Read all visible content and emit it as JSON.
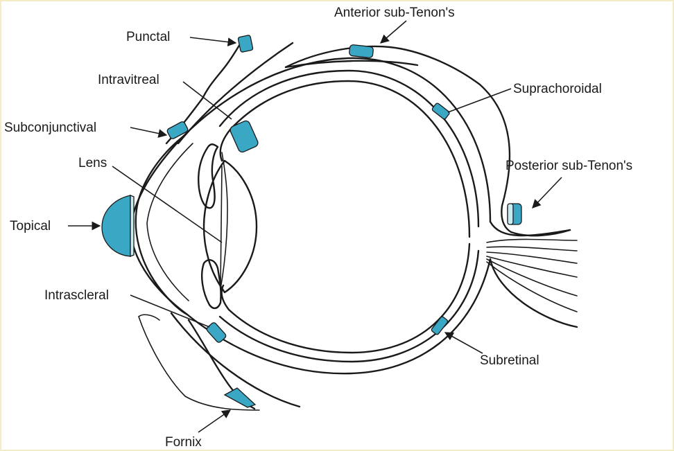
{
  "colors": {
    "implant": "#3aa7c4",
    "implant_light": "#c8eaf3",
    "line": "#1a1a1a",
    "frame": "#f4ecc4"
  },
  "labels": {
    "punctal": "Punctal",
    "intravitreal": "Intravitreal",
    "subconjunctival": "Subconjunctival",
    "lens": "Lens",
    "topical": "Topical",
    "intrascleral": "Intrascleral",
    "fornix": "Fornix",
    "anterior_sub_tenons": "Anterior sub-Tenon's",
    "suprachoroidal": "Suprachoroidal",
    "posterior_sub_tenons": "Posterior sub-Tenon's",
    "subretinal": "Subretinal"
  }
}
